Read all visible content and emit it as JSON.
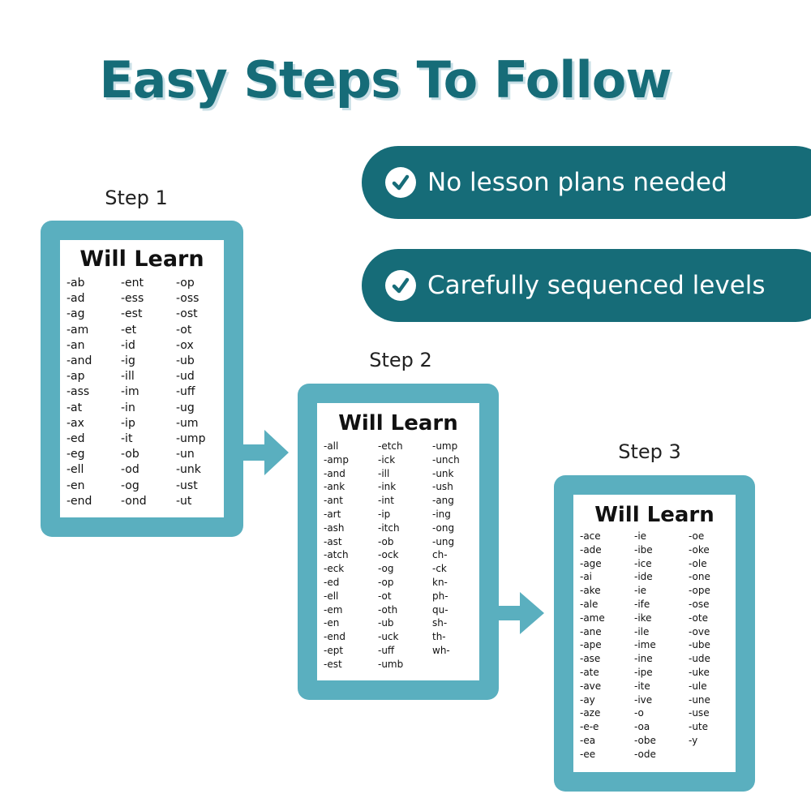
{
  "title": "Easy Steps To Follow",
  "features": [
    {
      "label": "No lesson plans needed"
    },
    {
      "label": "Carefully sequenced levels"
    }
  ],
  "steps": [
    {
      "label": "Step 1",
      "heading": "Will Learn",
      "columns": [
        [
          "-ab",
          "-ad",
          "-ag",
          "-am",
          "-an",
          "-and",
          "-ap",
          "-ass",
          "-at",
          "-ax",
          "-ed",
          "-eg",
          "-ell",
          "-en",
          "-end"
        ],
        [
          "-ent",
          "-ess",
          "-est",
          "-et",
          "-id",
          "-ig",
          "-ill",
          "-im",
          "-in",
          "-ip",
          "-it",
          "-ob",
          "-od",
          "-og",
          "-ond"
        ],
        [
          "-op",
          "-oss",
          "-ost",
          "-ot",
          "-ox",
          "-ub",
          "-ud",
          "-uff",
          "-ug",
          "-um",
          "-ump",
          "-un",
          "-unk",
          "-ust",
          "-ut"
        ]
      ]
    },
    {
      "label": "Step 2",
      "heading": "Will Learn",
      "columns": [
        [
          "-all",
          "-amp",
          "-and",
          "-ank",
          "-ant",
          "-art",
          "-ash",
          "-ast",
          "-atch",
          "-eck",
          "-ed",
          "-ell",
          "-em",
          "-en",
          "-end",
          "-ept",
          "-est"
        ],
        [
          "-etch",
          "-ick",
          "-ill",
          "-ink",
          "-int",
          "-ip",
          "-itch",
          "-ob",
          "-ock",
          "-og",
          "-op",
          "-ot",
          "-oth",
          "-ub",
          "-uck",
          "-uff",
          "-umb"
        ],
        [
          "-ump",
          "-unch",
          "-unk",
          "-ush",
          "-ang",
          "-ing",
          "-ong",
          "-ung",
          "ch-",
          "-ck",
          "kn-",
          "ph-",
          "qu-",
          "sh-",
          "th-",
          "wh-"
        ]
      ]
    },
    {
      "label": "Step 3",
      "heading": "Will Learn",
      "columns": [
        [
          "-ace",
          "-ade",
          "-age",
          "-ai",
          "-ake",
          "-ale",
          "-ame",
          "-ane",
          "-ape",
          "-ase",
          "-ate",
          "-ave",
          "-ay",
          "-aze",
          "-e-e",
          "-ea",
          "-ee"
        ],
        [
          "-ie",
          "-ibe",
          "-ice",
          "-ide",
          "-ie",
          "-ife",
          "-ike",
          "-ile",
          "-ime",
          "-ine",
          "-ipe",
          "-ite",
          "-ive",
          "-o",
          "-oa",
          "-obe",
          "-ode"
        ],
        [
          "-oe",
          "-oke",
          "-ole",
          "-one",
          "-ope",
          "-ose",
          "-ote",
          "-ove",
          "-ube",
          "-ude",
          "-uke",
          "-ule",
          "-une",
          "-use",
          "-ute",
          "-y"
        ]
      ]
    }
  ],
  "colors": {
    "teal_dark": "#166c78",
    "teal_light": "#5aafbf"
  }
}
